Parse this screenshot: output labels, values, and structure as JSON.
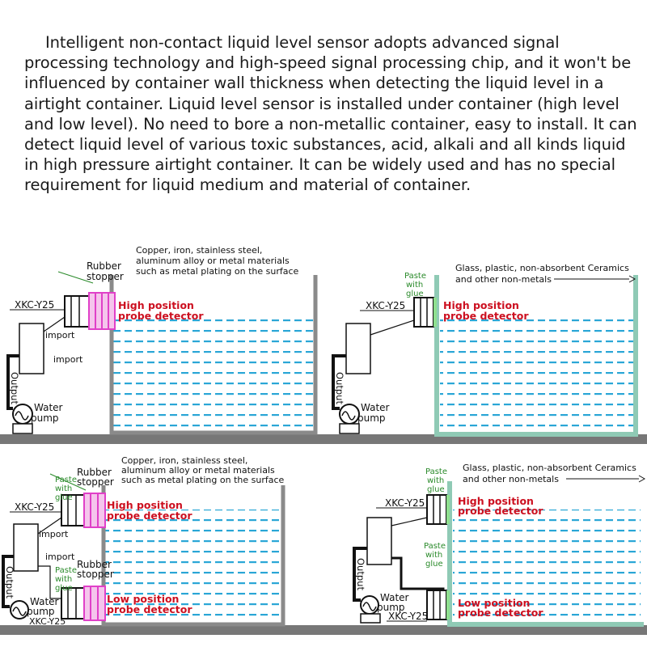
{
  "intro": "Intelligent non-contact liquid level sensor adopts advanced signal processing technology and high-speed signal processing chip, and it won't be influenced by container wall thickness when detecting the liquid level in a airtight container. Liquid level sensor is installed under container (high level and low level). No need to bore a non-metallic container, easy to install. It can detect liquid level of various toxic substances, acid, alkali and all kinds liquid in high pressure airtight container. It can be widely used and has no special requirement for liquid medium and material of container.",
  "colors": {
    "liquid": "#2aa6d6",
    "metal_wall": "#8a8a8a",
    "glass_wall": "#8fcab5",
    "sensor_pink": "#e040c8",
    "red_text": "#cc1020",
    "green_text": "#2a8a2a",
    "ground": "#777777"
  },
  "labels": {
    "metal_materials_1": "Copper, iron, stainless steel,",
    "metal_materials_2": "aluminum alloy or metal materials",
    "metal_materials_3": "such as metal plating on the surface",
    "nonmetal_1": "Glass, plastic, non-absorbent Ceramics",
    "nonmetal_2": "and other non-metals",
    "rubber": "Rubber",
    "stopper": "stopper",
    "paste": "Paste",
    "with": "with",
    "glue": "glue",
    "sensor_model": "XKC-Y25",
    "import": "import",
    "output": "Output",
    "water": "Water",
    "pump": "pump",
    "high_1": "High position",
    "high_2": "probe detector",
    "low_1": "Low position",
    "low_2": "probe detector"
  }
}
